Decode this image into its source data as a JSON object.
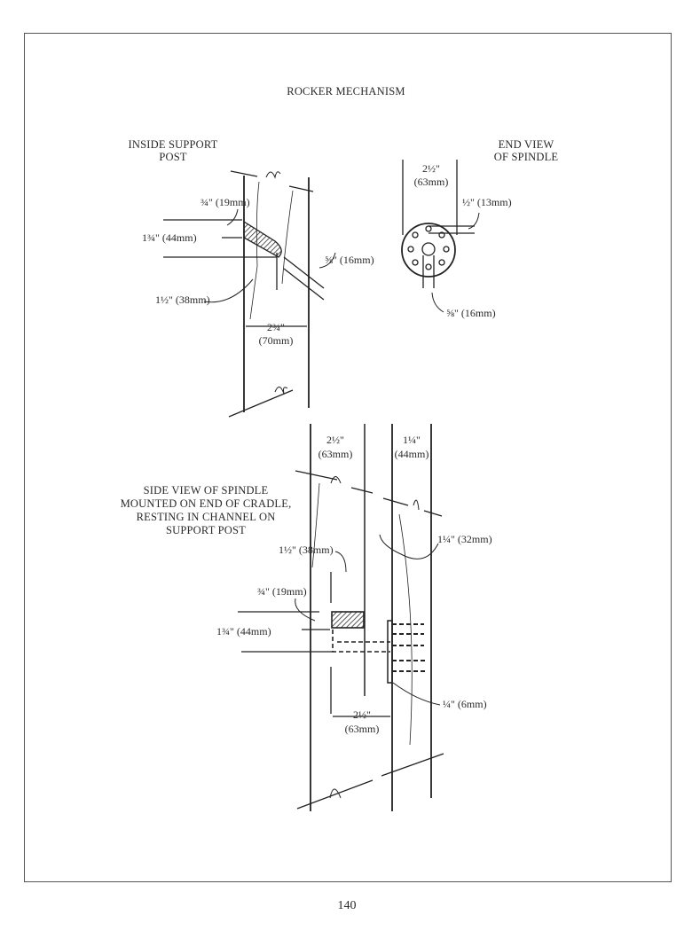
{
  "title": "ROCKER MECHANISM",
  "page_number": "140",
  "inside_support_post": {
    "caption": [
      "INSIDE SUPPORT",
      "POST"
    ],
    "dim_channel_depth": "¾\" (19mm)",
    "dim_height": "1¾\" (44mm)",
    "dim_angle_width": "⅝\" (16mm)",
    "dim_offset": "1½\" (38mm)",
    "dim_post_width": [
      "2¾\"",
      "(70mm)"
    ]
  },
  "end_view": {
    "caption": [
      "END VIEW",
      "OF SPINDLE"
    ],
    "dim_diameter": [
      "2½\"",
      "(63mm)"
    ],
    "dim_hole": "½\" (13mm)",
    "dim_axle": "⅝\" (16mm)"
  },
  "side_view": {
    "caption": [
      "SIDE VIEW OF SPINDLE",
      "MOUNTED ON END OF CRADLE,",
      "RESTING IN CHANNEL ON",
      "SUPPORT POST"
    ],
    "dim_post_top": [
      "2½\"",
      "(63mm)"
    ],
    "dim_cradle_top": [
      "1¼\"",
      "(44mm)"
    ],
    "dim_cradle_thickness": "1¼\" (32mm)",
    "dim_offset": "1½\" (38mm)",
    "dim_channel_depth": "¾\" (19mm)",
    "dim_height": "1¾\" (44mm)",
    "dim_plate": "¼\" (6mm)",
    "dim_spindle": [
      "2½\"",
      "(63mm)"
    ]
  }
}
